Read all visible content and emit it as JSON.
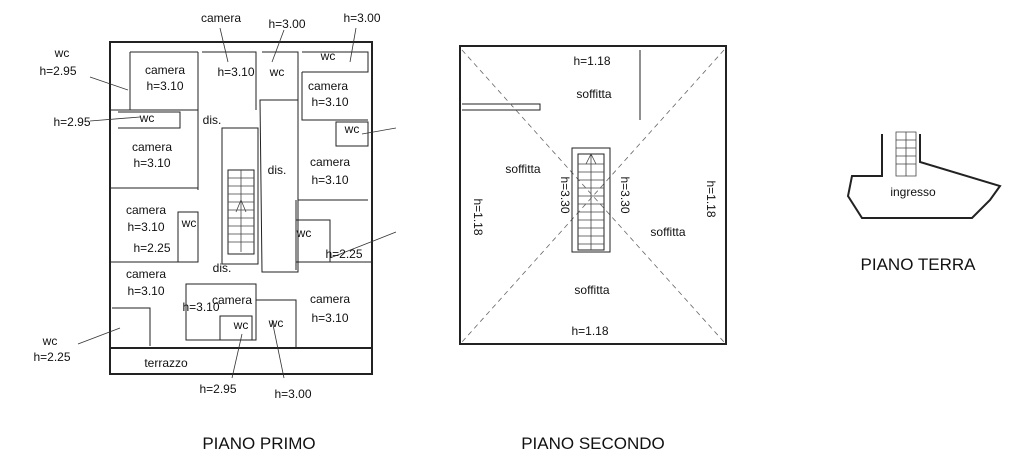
{
  "floors": {
    "primo": {
      "title": "PIANO PRIMO",
      "labels": [
        "camera",
        "h=3.00",
        "h=3.00",
        "wc",
        "h=2.95",
        "camera",
        "h=3.10",
        "h=3.10",
        "wc",
        "wc",
        "camera",
        "h=3.10",
        "h=2.95",
        "wc",
        "dis.",
        "wc",
        "camera",
        "h=3.10",
        "dis.",
        "camera",
        "h=3.10",
        "camera",
        "h=3.10",
        "wc",
        "wc",
        "h=2.25",
        "h=2.25",
        "dis.",
        "camera",
        "h=3.10",
        "camera",
        "h=3.10",
        "camera",
        "h=3.10",
        "wc",
        "wc",
        "wc",
        "h=2.25",
        "terrazzo",
        "h=2.95",
        "h=3.00"
      ]
    },
    "secondo": {
      "title": "PIANO SECONDO",
      "labels": [
        "h=1.18",
        "soffitta",
        "soffitta",
        "h=3.30",
        "h=3.30",
        "h=1.18",
        "h=1.18",
        "soffitta",
        "soffitta",
        "h=1.18"
      ]
    },
    "terra": {
      "title": "PIANO TERRA",
      "labels": [
        "ingresso"
      ]
    }
  }
}
